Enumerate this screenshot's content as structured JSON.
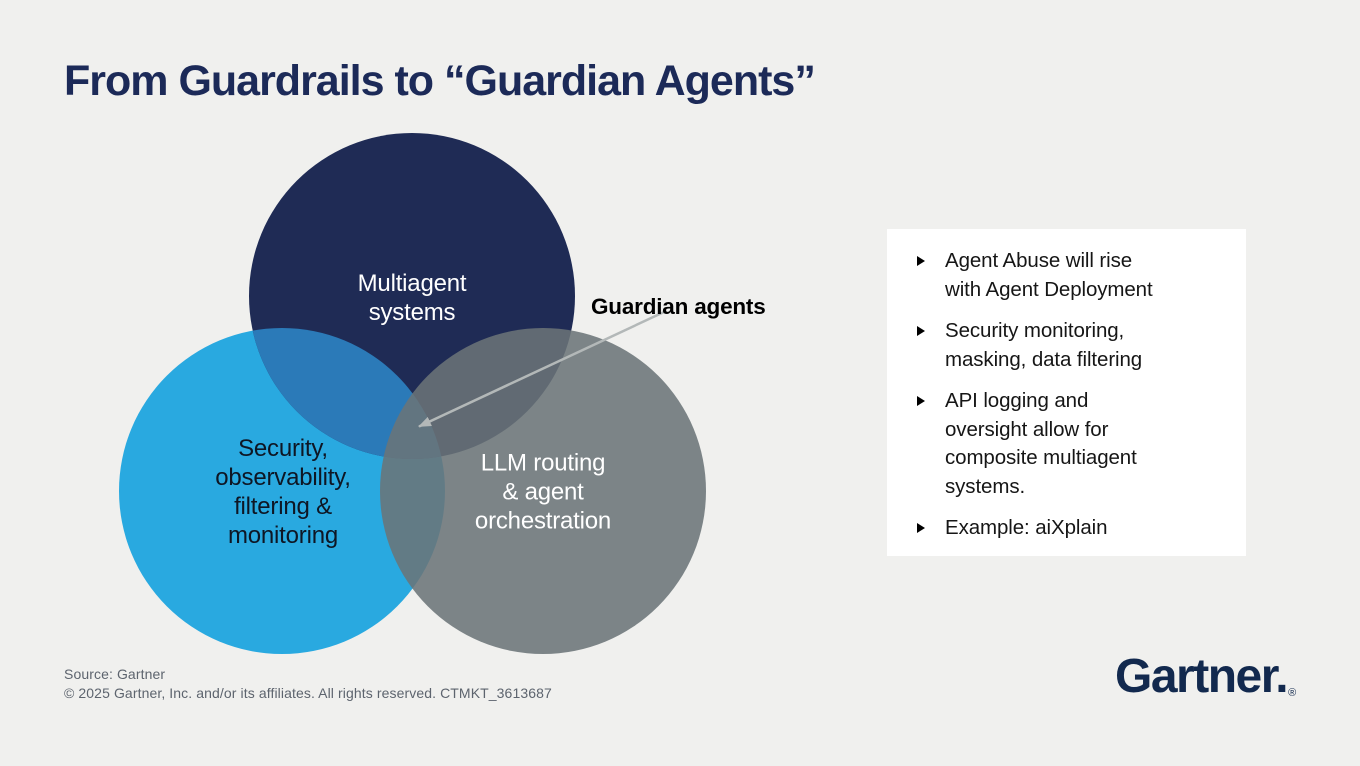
{
  "title": "From Guardrails to “Guardian Agents”",
  "venn": {
    "circles": [
      {
        "id": "multiagent",
        "label": "Multiagent\nsystems",
        "color": "#1f2b55",
        "text_color": "#ffffff"
      },
      {
        "id": "security",
        "label": "Security,\nobservability,\nfiltering &\nmonitoring",
        "color": "#29a9e0",
        "text_color": "#0e1624"
      },
      {
        "id": "llm",
        "label": "LLM routing\n& agent\norchestration",
        "color": "#6b7478",
        "text_color": "#ffffff"
      }
    ],
    "overlap_color": "#2b7ab8",
    "annotation": {
      "label": "Guardian agents",
      "arrow_color": "#b3b8b8"
    }
  },
  "panel": {
    "bullet_icon": "triangle-right",
    "items": [
      "Agent Abuse will rise\nwith Agent Deployment",
      "Security monitoring,\nmasking, data filtering",
      "API logging and\noversight allow for\ncomposite multiagent\nsystems.",
      "Example: aiXplain"
    ]
  },
  "footer": {
    "source": "Source: Gartner",
    "copyright": "© 2025 Gartner, Inc. and/or its affiliates. All rights reserved. CTMKT_3613687"
  },
  "logo": {
    "text": "Gartner.",
    "registered": "®"
  },
  "colors": {
    "background": "#f0f0ee",
    "title_text": "#1c2a58",
    "card_background": "#ffffff",
    "body_text": "#161616",
    "footer_text": "#5d646e",
    "logo_navy": "#12294e",
    "arrow_gray": "#b3b8b8"
  }
}
